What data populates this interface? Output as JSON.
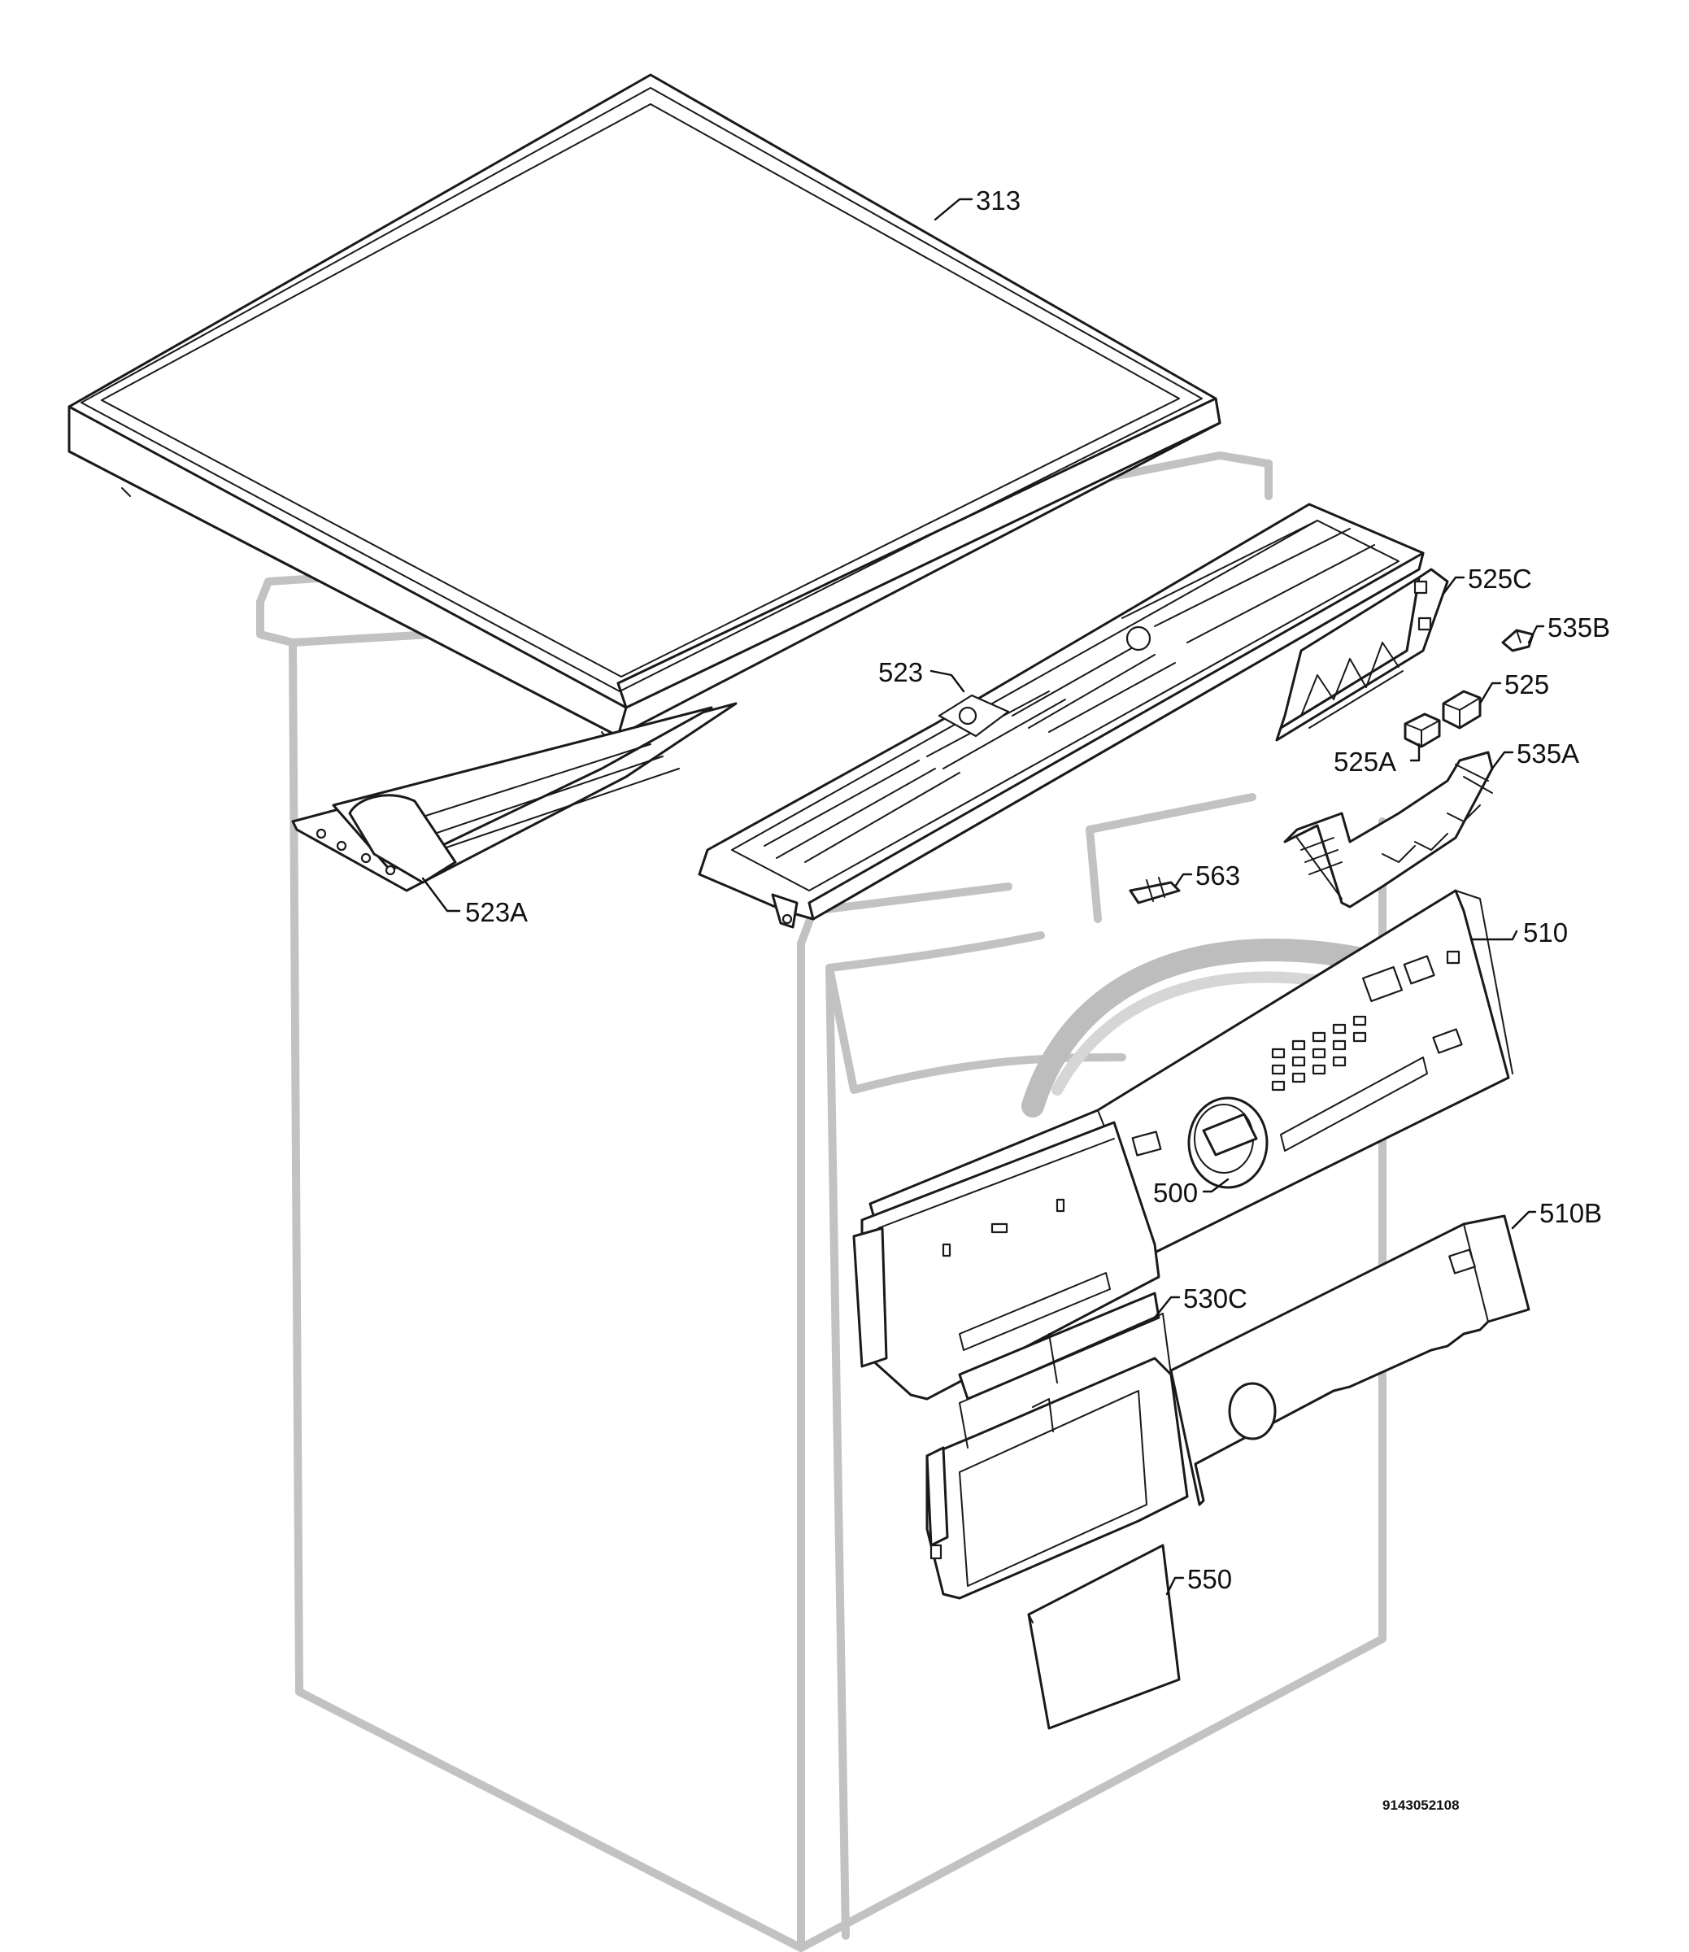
{
  "callouts": {
    "c313": "313",
    "c525C": "525C",
    "c535B": "535B",
    "c523": "523",
    "c525": "525",
    "c525A": "525A",
    "c535A": "535A",
    "c523A": "523A",
    "c563": "563",
    "c510": "510",
    "c500": "500",
    "c510B": "510B",
    "c530C": "530C",
    "c550": "550"
  },
  "drawing_number": "9143052108"
}
